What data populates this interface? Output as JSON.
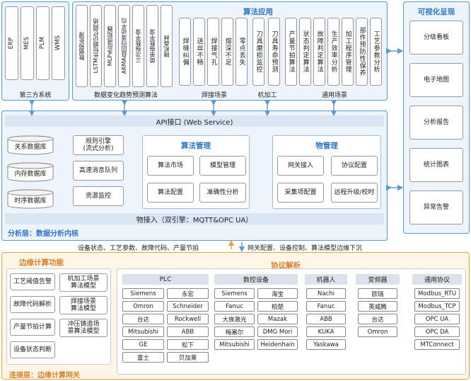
{
  "third_party": {
    "title": "第三方系统",
    "items": [
      "ERP",
      "MES",
      "PLM",
      "WMS"
    ]
  },
  "algo_app": {
    "title": "算法应用",
    "trend": {
      "label": "数据变化趋势预测算法",
      "items": [
        "数据预处理",
        "LSTM长短期记忆网络",
        "MLP多层感知器",
        "ARMA自回归滑动平均",
        "三次指数平滑",
        "简单指数平滑",
        "随机森林"
      ]
    },
    "weld": {
      "label": "焊接场景",
      "items": [
        "焊缝纠偏",
        "送丝不畅",
        "焊接气孔",
        "熔深不足",
        "零点丢失"
      ]
    },
    "machining": {
      "label": "机加工",
      "items": [
        "刀具磨损监控",
        "刀具寿命预测"
      ]
    },
    "general": {
      "label": "通用场景",
      "items": [
        "产量节拍算法",
        "状态判定算法",
        "故障判定算法",
        "生产效率分析",
        "加工程序管理",
        "部件预防性保养",
        "工艺参数分析"
      ]
    }
  },
  "viz": {
    "title": "可视化呈现",
    "items": [
      "分级看板",
      "电子地图",
      "分析报告",
      "统计图表",
      "异常告警"
    ]
  },
  "analysis_layer": {
    "api": "API接口 (Web Service)",
    "databases": [
      "关系数据库",
      "内存数据库",
      "时序数据库"
    ],
    "engines": [
      "规则引擎\n(流式分析)",
      "高速消息队列",
      "资源监控"
    ],
    "algo_mgmt": {
      "title": "算法管理",
      "items": [
        "算法市场",
        "模型管理",
        "算法配置",
        "准确性分析"
      ]
    },
    "thing_mgmt": {
      "title": "物管理",
      "items": [
        "网关接入",
        "协议配置",
        "采集项配置",
        "远程升级/校时"
      ]
    },
    "iot": "物接入（双引擎：MQTT&OPC UA）",
    "layer_name": "分析层：数据分析内核"
  },
  "flow": {
    "up": "设备状态、工艺参数、故障代码、产量节拍",
    "down": "网关配置、设备控制、算法模型边缘下沉"
  },
  "edge": {
    "title": "边缘计算功能",
    "left": [
      "工艺阈值告警",
      "故障代码解析",
      "产量节拍计算",
      "设备状态判断"
    ],
    "right": [
      "机加工场景\n算法模型",
      "焊接场景\n算法模型",
      "冲压铸造场\n景算法模型"
    ],
    "layer_name": "连接层：边缘计算网关"
  },
  "protocol": {
    "title": "协议解析",
    "plc": {
      "label": "PLC",
      "rows": [
        [
          "Siemens",
          "永宏"
        ],
        [
          "Omron",
          "Schneider"
        ],
        [
          "台达",
          "Rockwell"
        ],
        [
          "Mitsubishi",
          "ABB"
        ],
        [
          "GE",
          "松下"
        ],
        [
          "富士",
          "贝加莱"
        ]
      ]
    },
    "cnc": {
      "label": "数控设备",
      "rows": [
        [
          "Siemens",
          "海宝"
        ],
        [
          "Fanuc",
          "柏楚"
        ],
        [
          "大族激光",
          "Mazak"
        ],
        [
          "梅塞尔",
          "DMG Mori"
        ],
        [
          "Mitsubishi",
          "Heidenhain"
        ]
      ]
    },
    "robot": {
      "label": "机器人",
      "items": [
        "Nachi",
        "Fanuc",
        "ABB",
        "KUKA",
        "Yaskawa"
      ]
    },
    "inverter": {
      "label": "变频器",
      "items": [
        "欧瑞",
        "英威腾",
        "台达",
        "Omron"
      ]
    },
    "general": {
      "label": "通用协议",
      "items": [
        "Modbus_RTU",
        "Modbus_TCP",
        "OPC UA",
        "OPC DA",
        "MTConnect"
      ]
    }
  },
  "colors": {
    "blue": "#5b9bd5",
    "orange": "#e8a33b",
    "title_blue": "#2e75c9",
    "title_orange": "#d9822b"
  }
}
